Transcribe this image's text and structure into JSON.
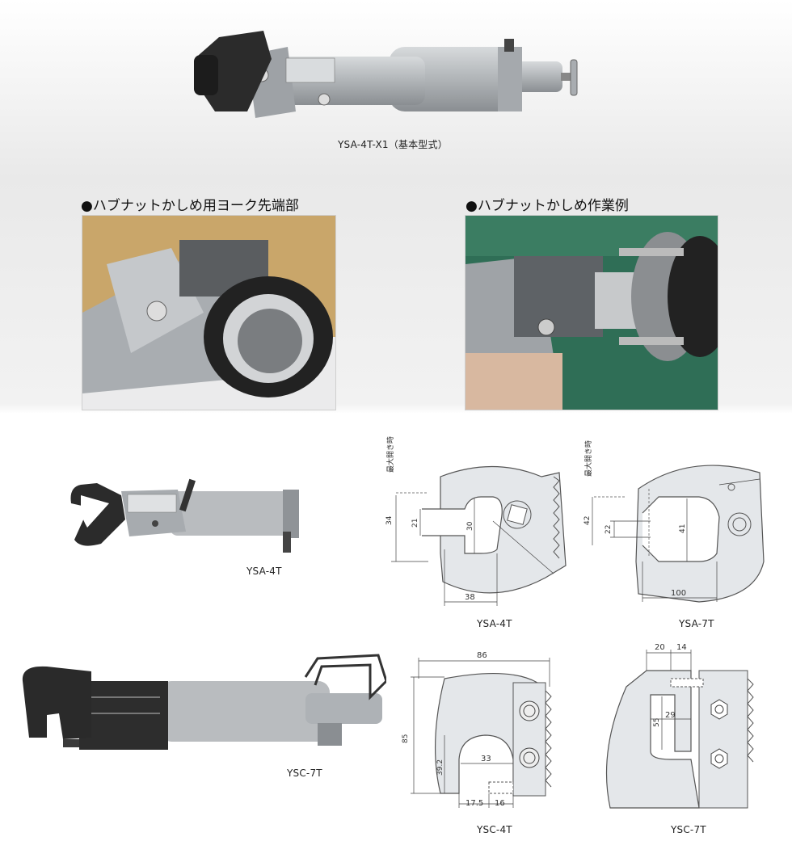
{
  "top": {
    "caption": "YSA-4T-X1（基本型式）"
  },
  "photos": {
    "yoke_heading": "●ハブナットかしめ用ヨーク先端部",
    "example_heading": "●ハブナットかしめ作業例"
  },
  "tools": {
    "ysa4t_label": "YSA-4T",
    "ysc7t_label": "YSC-7T"
  },
  "diagrams": {
    "ysa4t": {
      "caption": "YSA-4T",
      "max_open_label": "最大開き時",
      "d34": "34",
      "d21": "21",
      "d30": "30",
      "d38": "38"
    },
    "ysa7t": {
      "caption": "YSA-7T",
      "max_open_label": "最大開き時",
      "d42": "42",
      "d22": "22",
      "d41": "41",
      "d100": "100"
    },
    "ysc4t": {
      "caption": "YSC-4T",
      "d86": "86",
      "d85": "85",
      "d39": "39.2",
      "d33": "33",
      "d17": "17.5",
      "d16": "16"
    },
    "ysc7t": {
      "caption": "YSC-7T",
      "d20": "20",
      "d14": "14",
      "d55": "55",
      "d29": "29"
    }
  },
  "colors": {
    "tool_body": "#b9bcbf",
    "jaw": "#2a2a2a",
    "part_fill": "#e4e7ea"
  }
}
